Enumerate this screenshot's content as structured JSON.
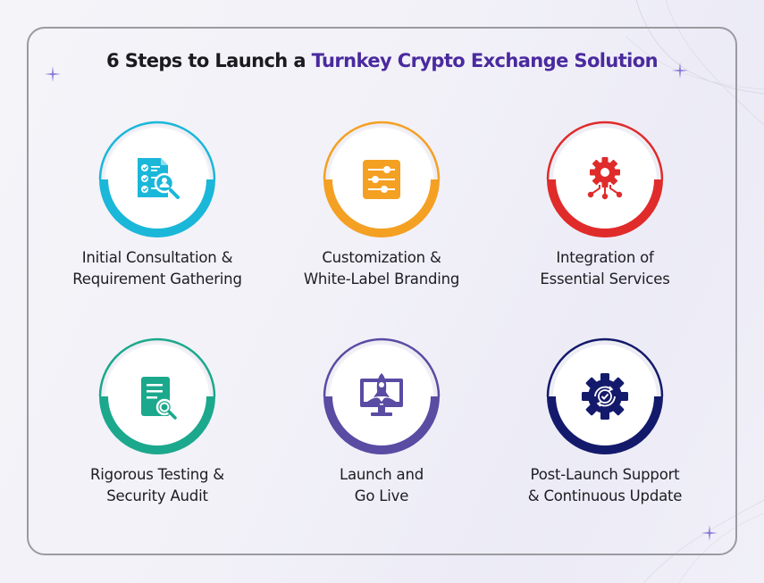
{
  "title": {
    "prefix": "6 Steps to Launch a ",
    "highlight": "Turnkey Crypto Exchange Solution"
  },
  "colors": {
    "title_text": "#1a1a1f",
    "title_highlight": "#4a2a9e",
    "card_border": "#9b9aa0",
    "sparkle": "#8b7ad8"
  },
  "steps": [
    {
      "line1": "Initial Consultation &",
      "line2": "Requirement Gathering",
      "icon": "checklist-search-icon",
      "color": "#1ab7d9"
    },
    {
      "line1": "Customization &",
      "line2": "White-Label Branding",
      "icon": "sliders-settings-icon",
      "color": "#f4a023"
    },
    {
      "line1": "Integration of",
      "line2": "Essential Services",
      "icon": "gear-network-icon",
      "color": "#e02b2b"
    },
    {
      "line1": "Rigorous Testing &",
      "line2": "Security Audit",
      "icon": "document-search-icon",
      "color": "#1ba88c"
    },
    {
      "line1": "Launch and",
      "line2": "Go Live",
      "icon": "monitor-rocket-icon",
      "color": "#5a4ba3"
    },
    {
      "line1": "Post-Launch Support",
      "line2": "& Continuous Update",
      "icon": "gear-check-cycle-icon",
      "color": "#141a6b"
    }
  ]
}
